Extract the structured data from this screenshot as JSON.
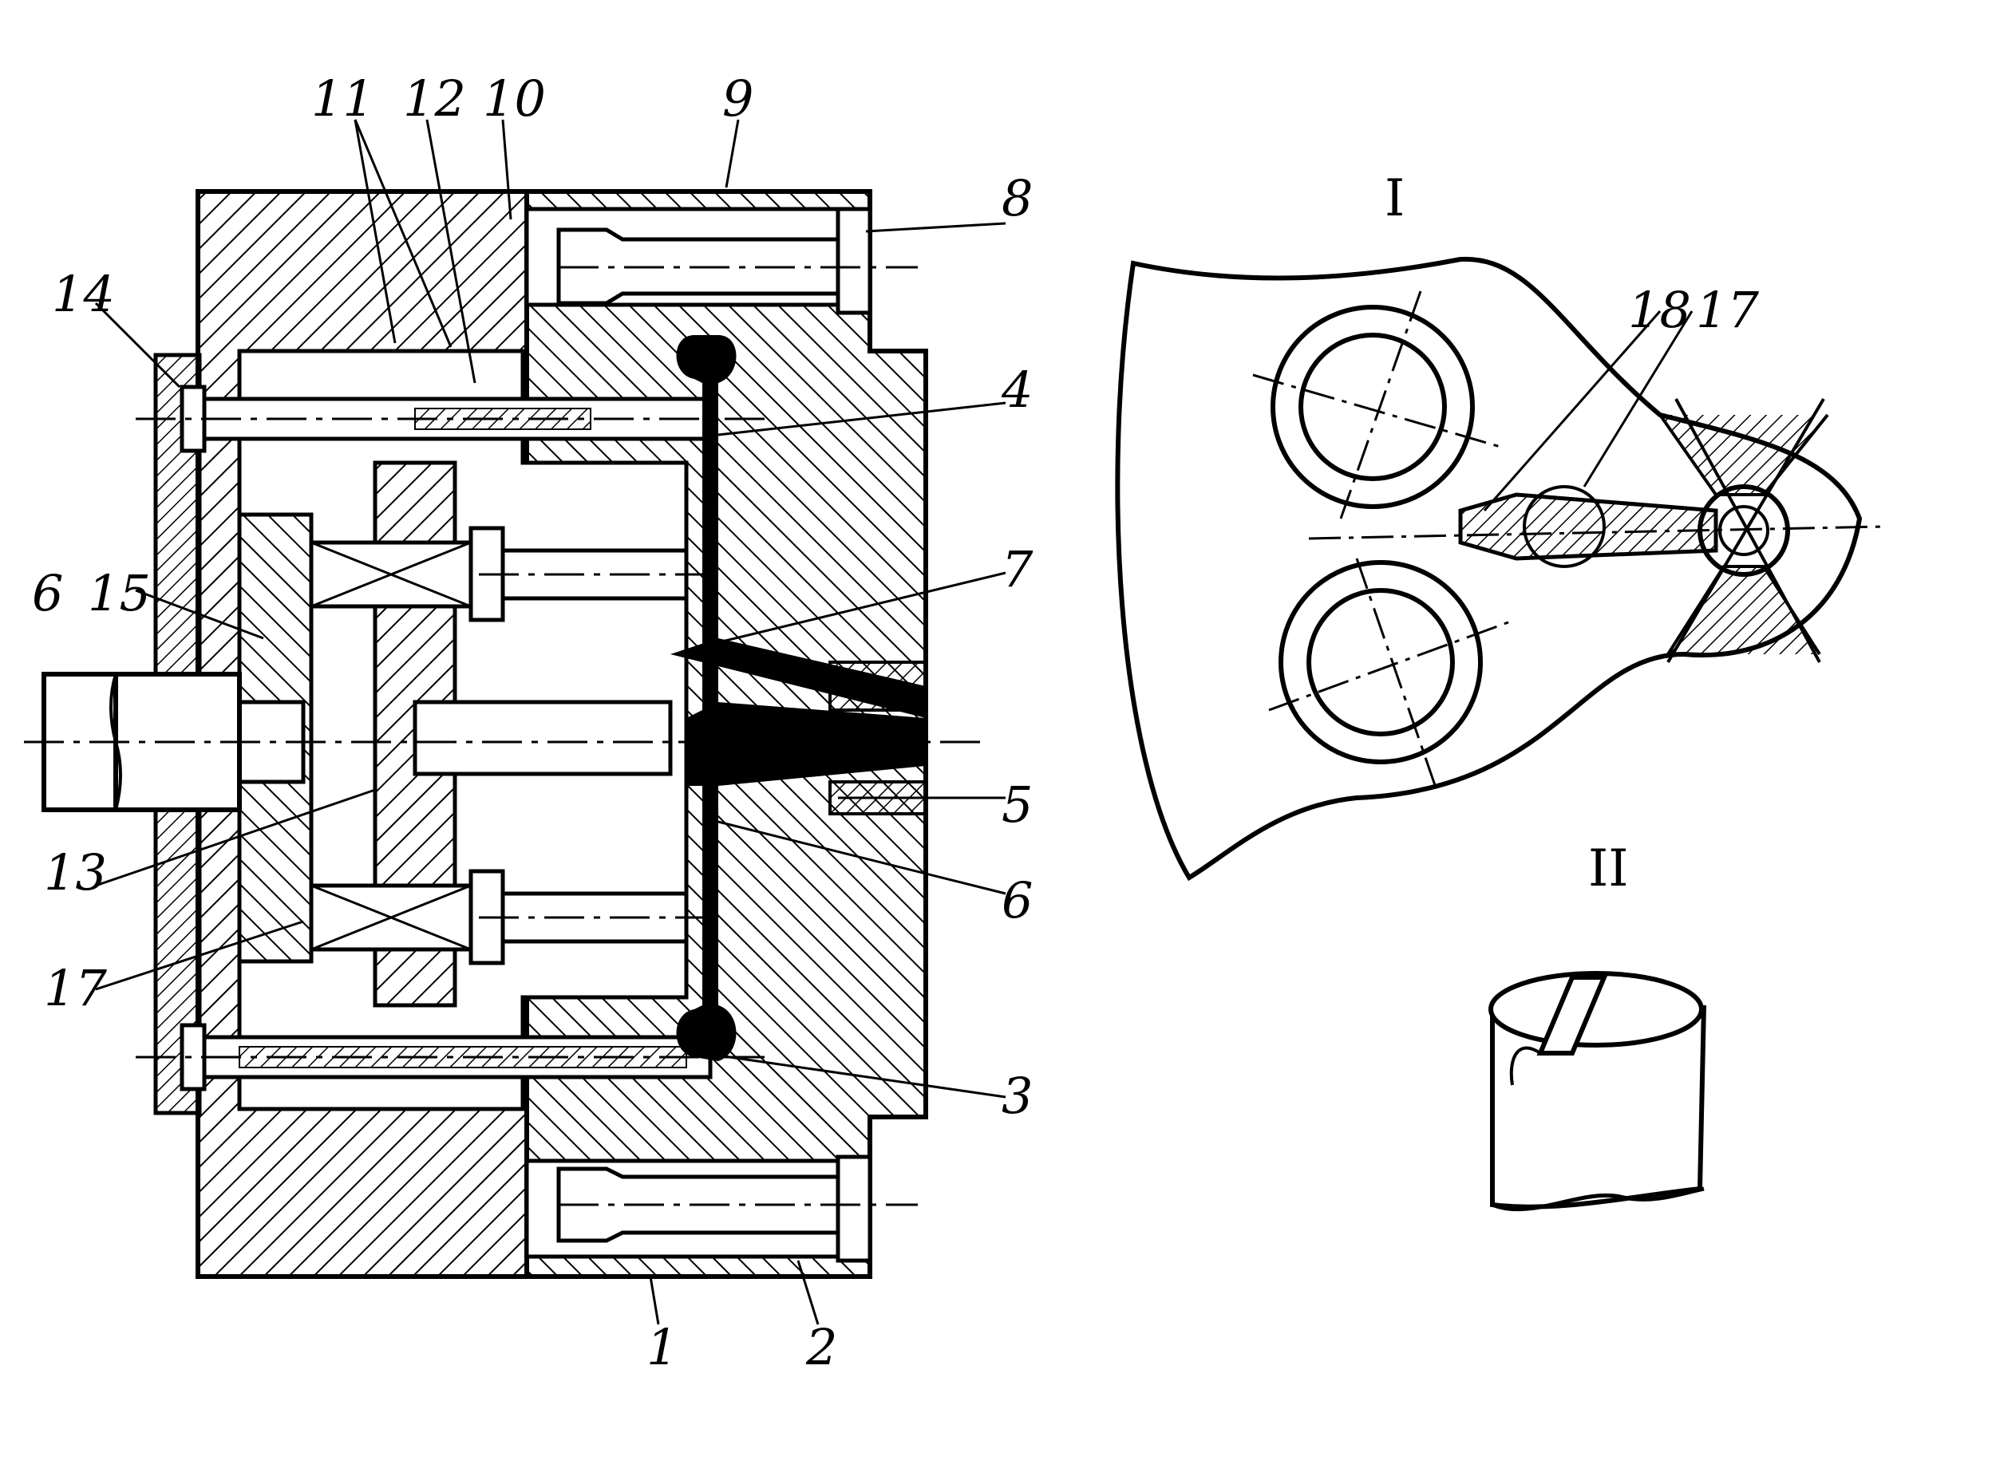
{
  "labels": {
    "l1": "1",
    "l2": "2",
    "l3": "3",
    "l4": "4",
    "l5": "5",
    "l6": "6",
    "l7": "7",
    "l8": "8",
    "l9": "9",
    "l10": "10",
    "l11": "11",
    "l12": "12",
    "l13": "13",
    "l14": "14",
    "l15": "15",
    "l16": "6",
    "l17": "17",
    "l17b": "17",
    "l18": "18"
  },
  "views": {
    "detail_1": "I",
    "detail_2": "II"
  }
}
